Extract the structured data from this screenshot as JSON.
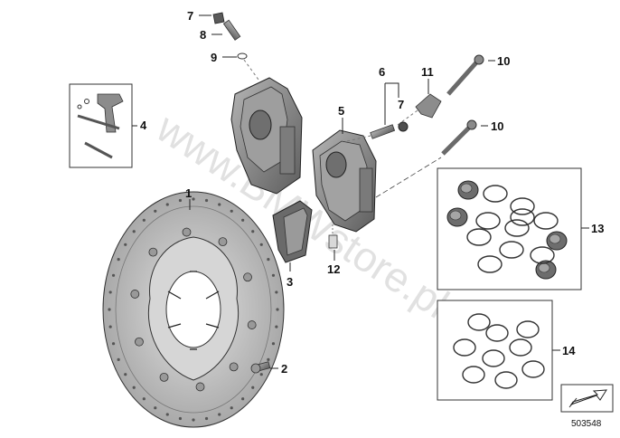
{
  "callouts": {
    "c1": "1",
    "c2": "2",
    "c3": "3",
    "c4": "4",
    "c5": "5",
    "c6": "6",
    "c7a": "7",
    "c7b": "7",
    "c8": "8",
    "c9": "9",
    "c10a": "10",
    "c10b": "10",
    "c11": "11",
    "c12": "12",
    "c13": "13",
    "c14": "14"
  },
  "watermark": "www.BMWstore.pl",
  "reference_number": "503548",
  "colors": {
    "line": "#1a1a1a",
    "metal": "#8a8a8a",
    "metal_dark": "#5a5a5a",
    "disc": "#b9b9b9"
  }
}
